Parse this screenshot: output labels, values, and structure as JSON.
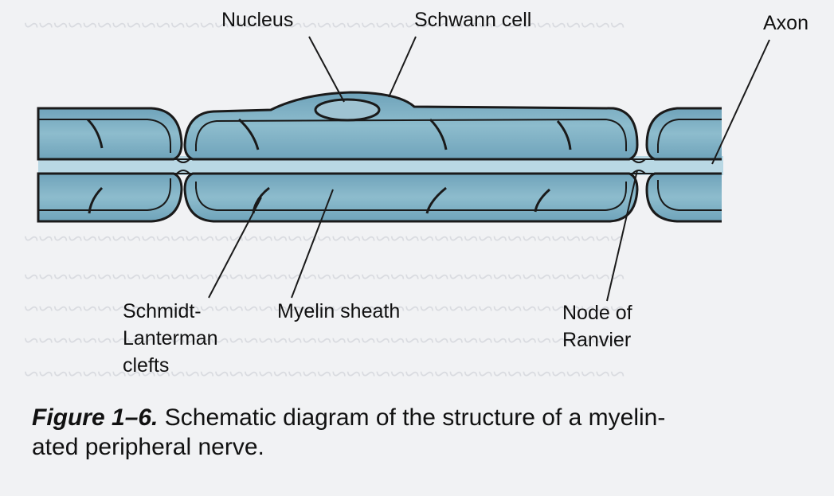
{
  "diagram": {
    "labels": {
      "nucleus": "Nucleus",
      "schwann_cell": "Schwann cell",
      "axon": "Axon",
      "schmidt_line1": "Schmidt-",
      "schmidt_line2": "Lanterman",
      "schmidt_line3": "clefts",
      "myelin_sheath": "Myelin sheath",
      "node_line1": "Node of",
      "node_line2": "Ranvier"
    },
    "colors": {
      "myelin": "#7fb0c4",
      "myelin_dark": "#5f93aa",
      "axon": "#b6d6e2",
      "outline": "#1a1a1a",
      "nucleus": "#9fc3d2"
    }
  },
  "caption": {
    "figure_label": "Figure 1–6.",
    "text_line1": "Schematic diagram of the structure of a myelin-",
    "text_line2": "ated peripheral nerve."
  }
}
